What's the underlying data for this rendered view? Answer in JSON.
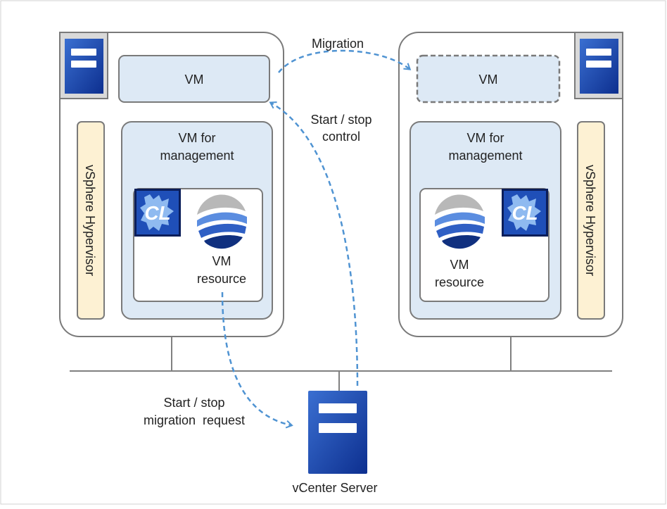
{
  "colors": {
    "server_blue_light": "#3a6fd1",
    "server_blue_dark": "#0d2f8f",
    "vm_fill": "#dde9f5",
    "hypervisor_fill": "#fdf1d3",
    "host_border": "#7a7a7a",
    "arrow_blue": "#4f93d2",
    "network_line": "#808080"
  },
  "left_host": {
    "vm_label": "VM",
    "mgmt_vm_label_line1": "VM for",
    "mgmt_vm_label_line2": "management",
    "resource_label_line1": "VM",
    "resource_label_line2": "resource",
    "hypervisor_label": "vSphere Hypervisor",
    "cl_badge": "CL"
  },
  "right_host": {
    "vm_label": "VM",
    "mgmt_vm_label_line1": "VM for",
    "mgmt_vm_label_line2": "management",
    "resource_label_line1": "VM",
    "resource_label_line2": "resource",
    "hypervisor_label": "vSphere Hypervisor",
    "cl_badge": "CL"
  },
  "arrows": {
    "migration_label": "Migration",
    "control_label_line1": "Start / stop",
    "control_label_line2": "control",
    "request_label_line1": "Start / stop",
    "request_label_line2": "migration  request"
  },
  "vcenter": {
    "label": "vCenter Server",
    "icon": "server-icon"
  }
}
